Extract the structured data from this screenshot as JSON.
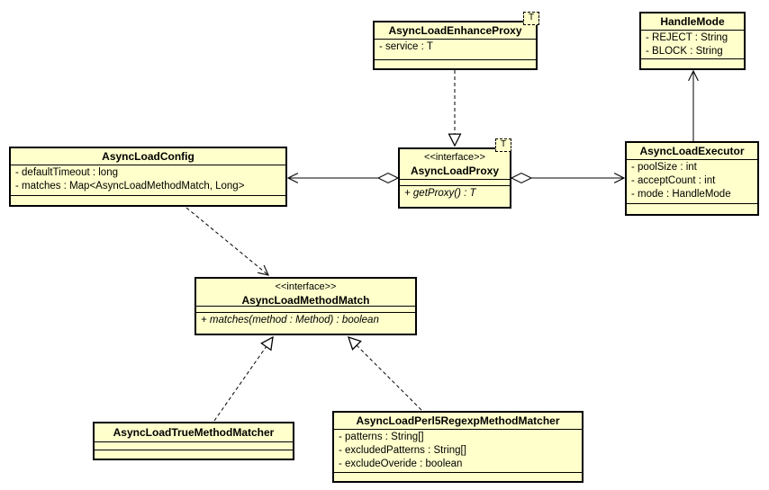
{
  "diagram": {
    "title": "AsyncLoad UML class diagram",
    "colors": {
      "class_fill": "#ffffcc",
      "border": "#000000",
      "background": "#ffffff"
    }
  },
  "classes": {
    "enhanceProxy": {
      "name": "AsyncLoadEnhanceProxy",
      "template": "T",
      "attributes": [
        "- service : T"
      ],
      "methods": []
    },
    "handleMode": {
      "name": "HandleMode",
      "attributes": [
        "- REJECT : String",
        "- BLOCK : String"
      ],
      "methods": []
    },
    "config": {
      "name": "AsyncLoadConfig",
      "attributes": [
        "- defaultTimeout : long",
        "- matches : Map<AsyncLoadMethodMatch, Long>"
      ],
      "methods": []
    },
    "proxy": {
      "stereotype": "<<interface>>",
      "name": "AsyncLoadProxy",
      "template": "T",
      "attributes": [],
      "methods": [
        "+ getProxy() : T"
      ]
    },
    "executor": {
      "name": "AsyncLoadExecutor",
      "attributes": [
        "- poolSize : int",
        "- acceptCount : int",
        "- mode : HandleMode"
      ],
      "methods": []
    },
    "methodMatch": {
      "stereotype": "<<interface>>",
      "name": "AsyncLoadMethodMatch",
      "attributes": [],
      "methods": [
        "+ matches(method : Method) : boolean"
      ]
    },
    "trueMatcher": {
      "name": "AsyncLoadTrueMethodMatcher",
      "attributes": [],
      "methods": []
    },
    "perl5Matcher": {
      "name": "AsyncLoadPerl5RegexpMethodMatcher",
      "attributes": [
        "- patterns : String[]",
        "- excludedPatterns : String[]",
        "- excludeOveride : boolean"
      ],
      "methods": []
    }
  },
  "relationships": [
    {
      "from": "AsyncLoadEnhanceProxy",
      "to": "AsyncLoadProxy",
      "type": "realization"
    },
    {
      "from": "AsyncLoadProxy",
      "to": "AsyncLoadConfig",
      "type": "aggregation-arrow"
    },
    {
      "from": "AsyncLoadProxy",
      "to": "AsyncLoadExecutor",
      "type": "aggregation-arrow"
    },
    {
      "from": "AsyncLoadExecutor",
      "to": "HandleMode",
      "type": "association-arrow"
    },
    {
      "from": "AsyncLoadConfig",
      "to": "AsyncLoadMethodMatch",
      "type": "dependency"
    },
    {
      "from": "AsyncLoadTrueMethodMatcher",
      "to": "AsyncLoadMethodMatch",
      "type": "realization"
    },
    {
      "from": "AsyncLoadPerl5RegexpMethodMatcher",
      "to": "AsyncLoadMethodMatch",
      "type": "realization"
    }
  ]
}
